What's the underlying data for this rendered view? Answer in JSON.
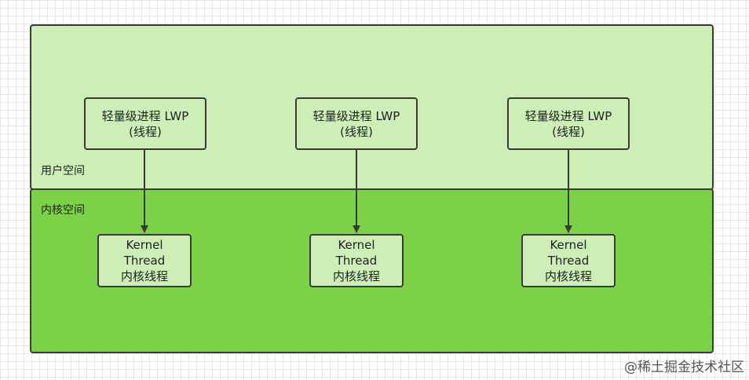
{
  "regions": {
    "user_space": "用户空间",
    "kernel_space": "内核空间"
  },
  "lwp_nodes": [
    {
      "line1": "轻量级进程 LWP",
      "line2": "(线程)"
    },
    {
      "line1": "轻量级进程 LWP",
      "line2": "(线程)"
    },
    {
      "line1": "轻量级进程 LWP",
      "line2": "(线程)"
    }
  ],
  "kernel_thread_nodes": [
    {
      "line1": "Kernel",
      "line2": "Thread",
      "line3": "内核线程"
    },
    {
      "line1": "Kernel",
      "line2": "Thread",
      "line3": "内核线程"
    },
    {
      "line1": "Kernel",
      "line2": "Thread",
      "line3": "内核线程"
    }
  ],
  "edges": [
    {
      "from": "lwp_nodes.0",
      "to": "kernel_thread_nodes.0"
    },
    {
      "from": "lwp_nodes.1",
      "to": "kernel_thread_nodes.1"
    },
    {
      "from": "lwp_nodes.2",
      "to": "kernel_thread_nodes.2"
    }
  ],
  "watermark": "@稀土掘金技术社区",
  "colors": {
    "user_space_fill": "#cdeeb7",
    "kernel_space_fill": "#7bd246",
    "node_fill": "#cdeeb7",
    "stroke": "#3a3a3a"
  }
}
